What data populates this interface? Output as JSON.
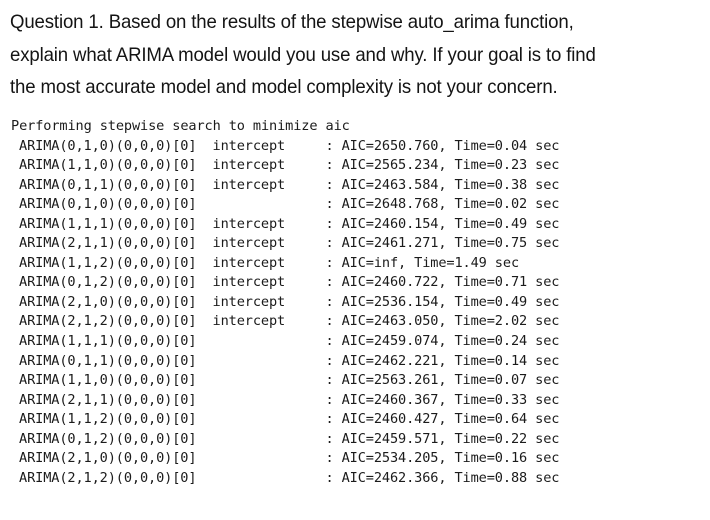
{
  "question": {
    "lines": [
      "Question 1. Based on the results of the stepwise auto_arima function,",
      "explain what ARIMA model would you use and why. If your goal is to find",
      "the most accurate model and model complexity is not your concern."
    ]
  },
  "console": {
    "header": "Performing stepwise search to minimize aic",
    "model_field_width": 24,
    "intercept_field_width": 14,
    "separator": ": ",
    "rows": [
      {
        "model": "ARIMA(0,1,0)(0,0,0)[0]",
        "intercept": "intercept",
        "aic": "2650.760",
        "time": "0.04",
        "metrics": "AIC=2650.760, Time=0.04 sec"
      },
      {
        "model": "ARIMA(1,1,0)(0,0,0)[0]",
        "intercept": "intercept",
        "aic": "2565.234",
        "time": "0.23",
        "metrics": "AIC=2565.234, Time=0.23 sec"
      },
      {
        "model": "ARIMA(0,1,1)(0,0,0)[0]",
        "intercept": "intercept",
        "aic": "2463.584",
        "time": "0.38",
        "metrics": "AIC=2463.584, Time=0.38 sec"
      },
      {
        "model": "ARIMA(0,1,0)(0,0,0)[0]",
        "intercept": "",
        "aic": "2648.768",
        "time": "0.02",
        "metrics": "AIC=2648.768, Time=0.02 sec"
      },
      {
        "model": "ARIMA(1,1,1)(0,0,0)[0]",
        "intercept": "intercept",
        "aic": "2460.154",
        "time": "0.49",
        "metrics": "AIC=2460.154, Time=0.49 sec"
      },
      {
        "model": "ARIMA(2,1,1)(0,0,0)[0]",
        "intercept": "intercept",
        "aic": "2461.271",
        "time": "0.75",
        "metrics": "AIC=2461.271, Time=0.75 sec"
      },
      {
        "model": "ARIMA(1,1,2)(0,0,0)[0]",
        "intercept": "intercept",
        "aic": "inf",
        "time": "1.49",
        "metrics": "AIC=inf, Time=1.49 sec"
      },
      {
        "model": "ARIMA(0,1,2)(0,0,0)[0]",
        "intercept": "intercept",
        "aic": "2460.722",
        "time": "0.71",
        "metrics": "AIC=2460.722, Time=0.71 sec"
      },
      {
        "model": "ARIMA(2,1,0)(0,0,0)[0]",
        "intercept": "intercept",
        "aic": "2536.154",
        "time": "0.49",
        "metrics": "AIC=2536.154, Time=0.49 sec"
      },
      {
        "model": "ARIMA(2,1,2)(0,0,0)[0]",
        "intercept": "intercept",
        "aic": "2463.050",
        "time": "2.02",
        "metrics": "AIC=2463.050, Time=2.02 sec"
      },
      {
        "model": "ARIMA(1,1,1)(0,0,0)[0]",
        "intercept": "",
        "aic": "2459.074",
        "time": "0.24",
        "metrics": "AIC=2459.074, Time=0.24 sec"
      },
      {
        "model": "ARIMA(0,1,1)(0,0,0)[0]",
        "intercept": "",
        "aic": "2462.221",
        "time": "0.14",
        "metrics": "AIC=2462.221, Time=0.14 sec"
      },
      {
        "model": "ARIMA(1,1,0)(0,0,0)[0]",
        "intercept": "",
        "aic": "2563.261",
        "time": "0.07",
        "metrics": "AIC=2563.261, Time=0.07 sec"
      },
      {
        "model": "ARIMA(2,1,1)(0,0,0)[0]",
        "intercept": "",
        "aic": "2460.367",
        "time": "0.33",
        "metrics": "AIC=2460.367, Time=0.33 sec"
      },
      {
        "model": "ARIMA(1,1,2)(0,0,0)[0]",
        "intercept": "",
        "aic": "2460.427",
        "time": "0.64",
        "metrics": "AIC=2460.427, Time=0.64 sec"
      },
      {
        "model": "ARIMA(0,1,2)(0,0,0)[0]",
        "intercept": "",
        "aic": "2459.571",
        "time": "0.22",
        "metrics": "AIC=2459.571, Time=0.22 sec"
      },
      {
        "model": "ARIMA(2,1,0)(0,0,0)[0]",
        "intercept": "",
        "aic": "2534.205",
        "time": "0.16",
        "metrics": "AIC=2534.205, Time=0.16 sec"
      },
      {
        "model": "ARIMA(2,1,2)(0,0,0)[0]",
        "intercept": "",
        "aic": "2462.366",
        "time": "0.88",
        "metrics": "AIC=2462.366, Time=0.88 sec"
      }
    ]
  },
  "colors": {
    "background": "#ffffff",
    "question_text": "#141414",
    "console_text": "#1b1b1b"
  }
}
